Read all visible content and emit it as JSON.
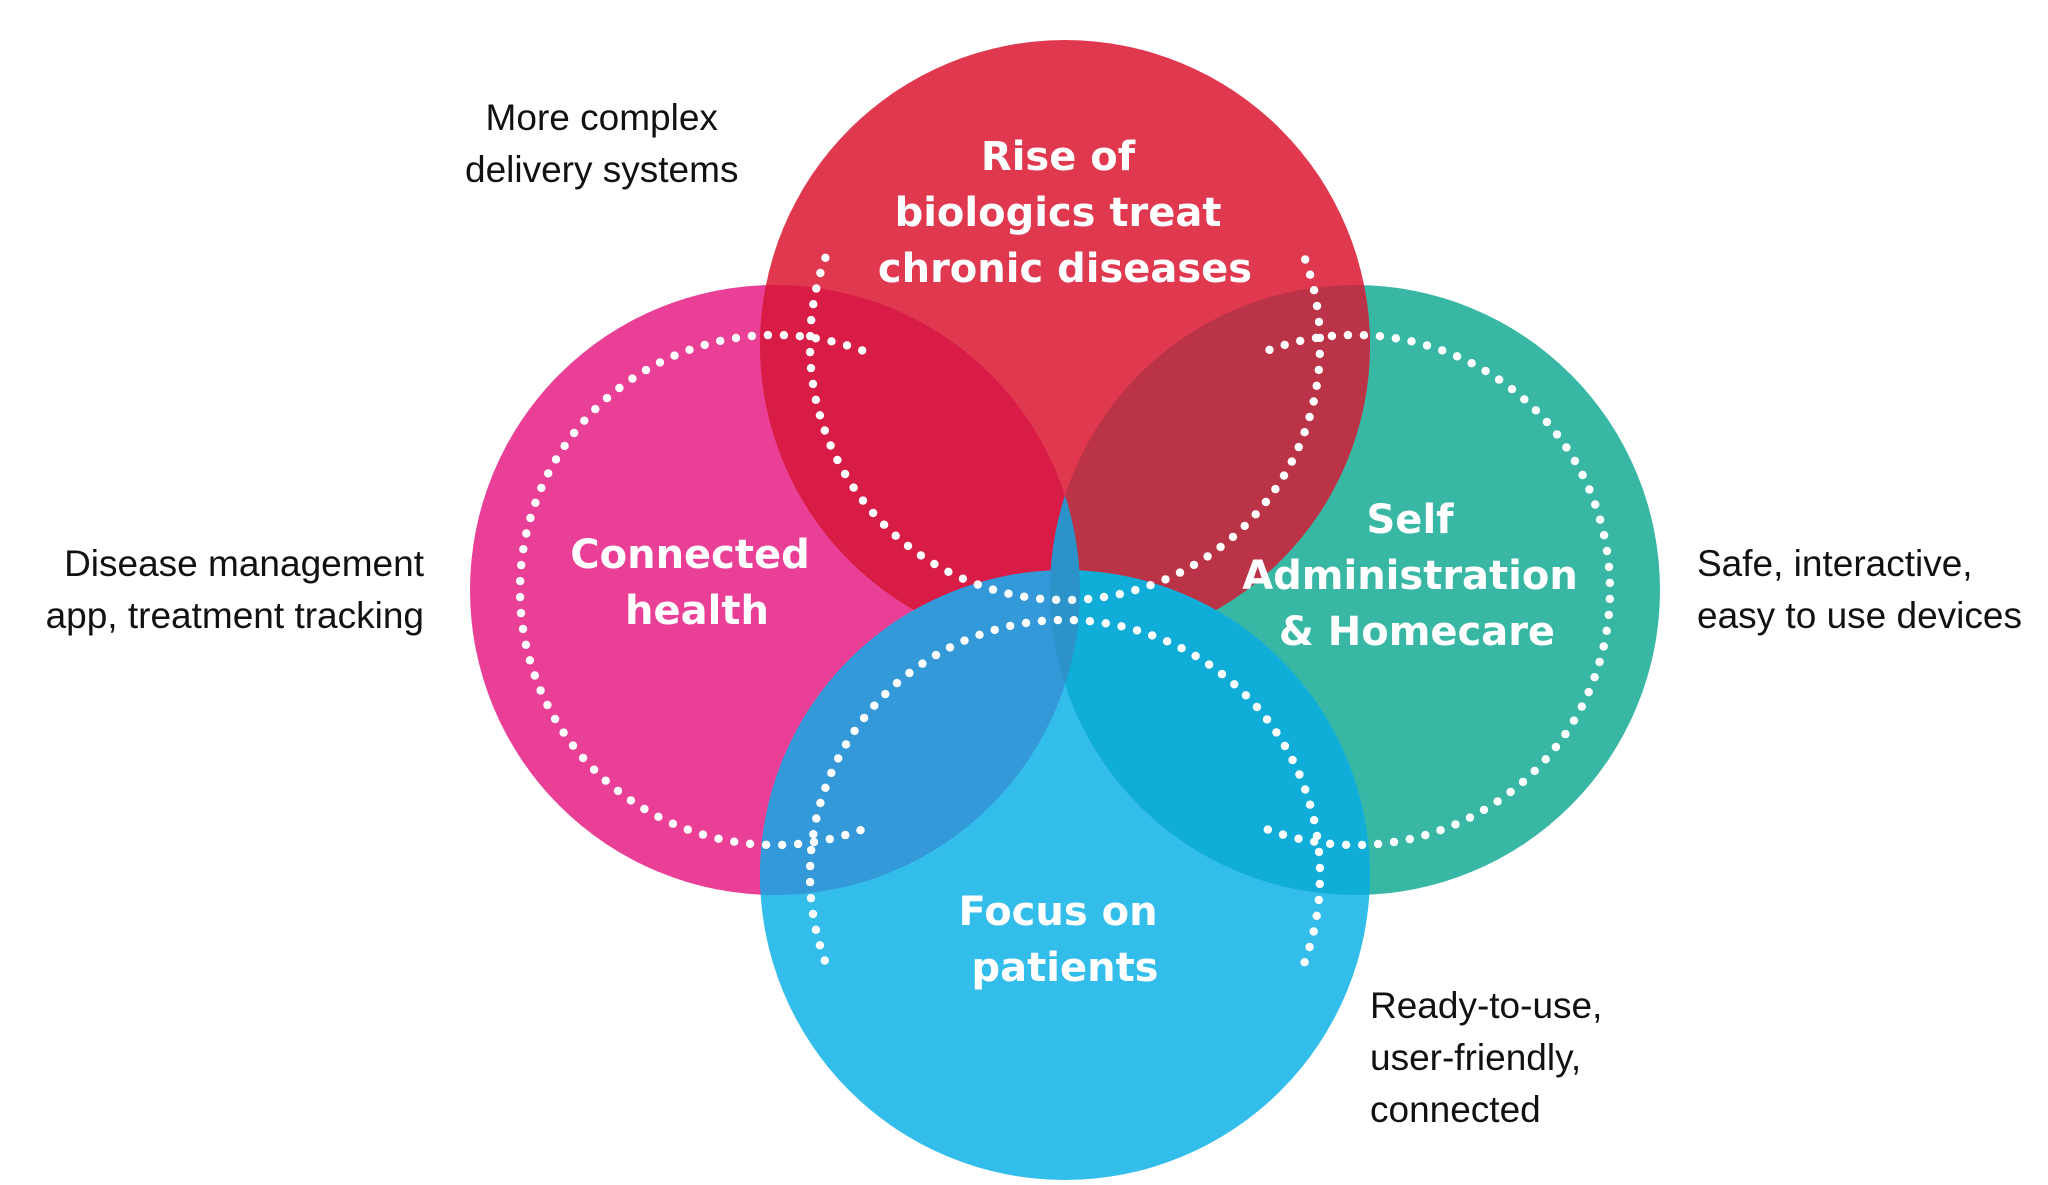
{
  "colors": {
    "top": "#e0394f",
    "left": "#ea3f96",
    "right": "#39b7a5",
    "bottom": "#33bdea",
    "top_left_overlap": "#d81c45",
    "top_right_overlap": "#bb3347",
    "left_bottom_overlap": "#3399d9",
    "right_bottom_overlap": "#0fadd8",
    "center": "#2b93c9",
    "dots": "#ffffff"
  },
  "circles": {
    "top": {
      "lines": [
        "Rise of",
        "biologics treat",
        "chronic diseases"
      ]
    },
    "left": {
      "lines": [
        "Connected",
        "health"
      ]
    },
    "right": {
      "lines": [
        "Self",
        "Administration",
        "& Homecare"
      ]
    },
    "bottom": {
      "lines": [
        "Focus on",
        "patients"
      ]
    }
  },
  "notes": {
    "top_left": {
      "lines": [
        "More complex",
        "delivery systems"
      ]
    },
    "left": {
      "lines": [
        "Disease management",
        "app, treatment tracking"
      ]
    },
    "right": {
      "lines": [
        "Safe, interactive,",
        "easy to use devices"
      ]
    },
    "bottom_right": {
      "lines": [
        "Ready-to-use,",
        "user-friendly,",
        "connected"
      ]
    }
  }
}
